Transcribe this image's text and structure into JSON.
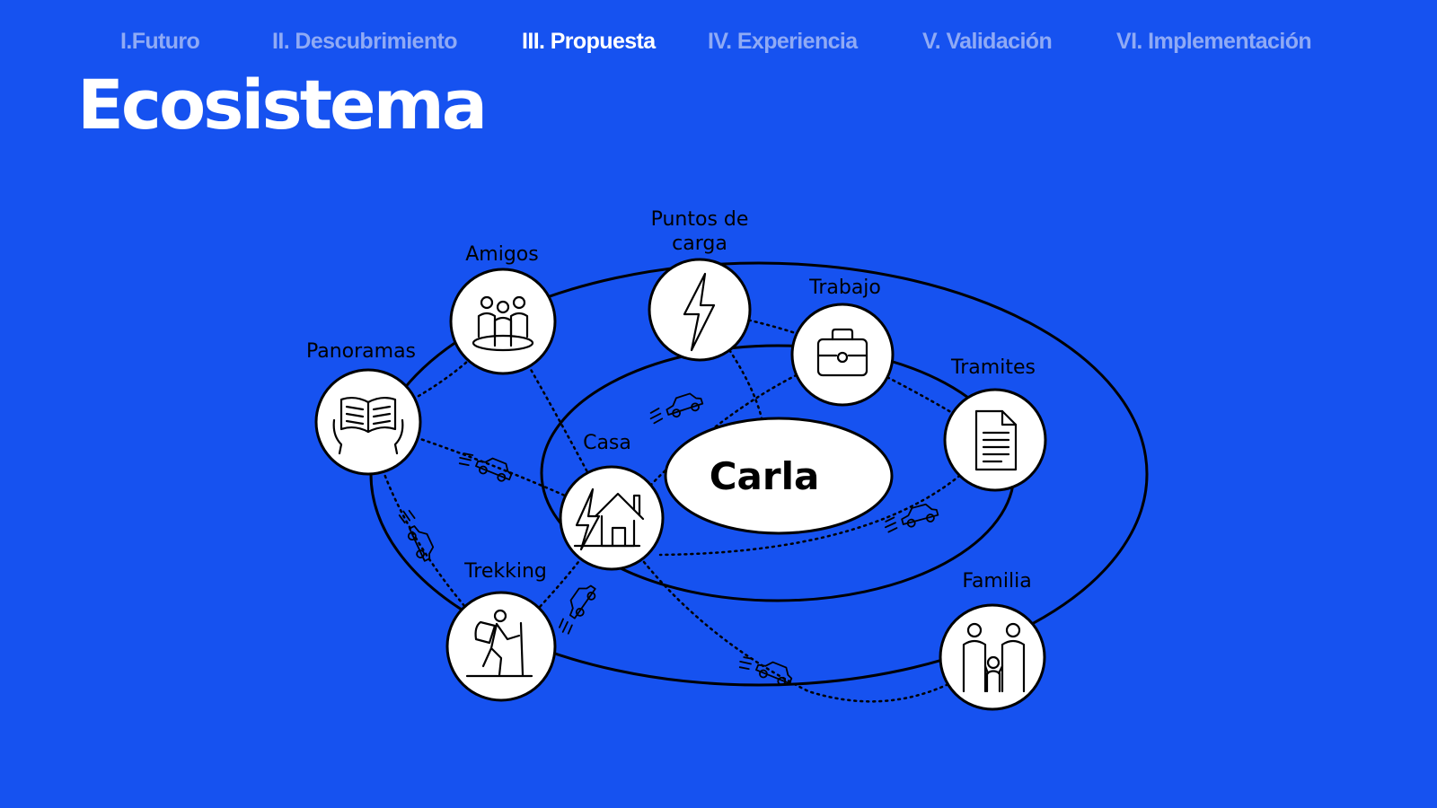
{
  "nav": {
    "items": [
      {
        "label": "I.Futuro",
        "active": false
      },
      {
        "label": "II. Descubrimiento",
        "active": false
      },
      {
        "label": "III. Propuesta",
        "active": true
      },
      {
        "label": "IV. Experiencia",
        "active": false
      },
      {
        "label": "V. Validación",
        "active": false
      },
      {
        "label": "VI. Implementación",
        "active": false
      }
    ]
  },
  "page": {
    "title": "Ecosistema"
  },
  "diagram": {
    "center": "Carla",
    "nodes": {
      "amigos": {
        "label": "Amigos",
        "icon": "people-group-icon"
      },
      "puntos": {
        "line1": "Puntos de",
        "line2": "carga",
        "icon": "lightning-icon"
      },
      "trabajo": {
        "label": "Trabajo",
        "icon": "briefcase-icon"
      },
      "panoramas": {
        "label": "Panoramas",
        "icon": "open-book-icon"
      },
      "tramites": {
        "label": "Tramites",
        "icon": "document-icon"
      },
      "casa": {
        "label": "Casa",
        "icon": "charging-house-icon"
      },
      "trekking": {
        "label": "Trekking",
        "icon": "hiker-icon"
      },
      "familia": {
        "label": "Familia",
        "icon": "family-icon"
      }
    },
    "colors": {
      "background": "#1652F0",
      "nav_active": "#FFFFFF",
      "nav_inactive": "#8FAAF5",
      "node_fill": "#FFFFFF",
      "line": "#000000"
    }
  }
}
